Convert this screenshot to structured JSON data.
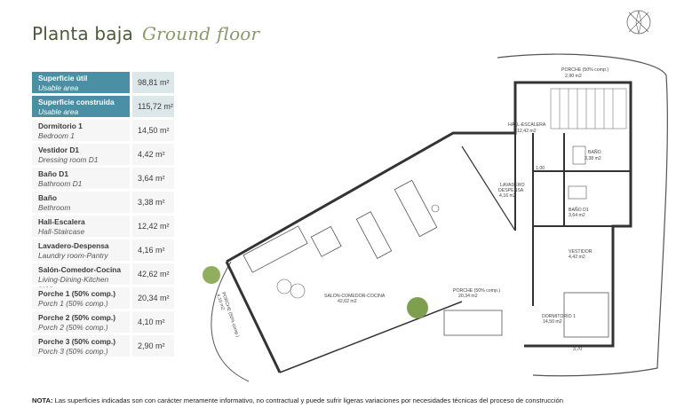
{
  "title": {
    "es": "Planta baja",
    "en": "Ground floor"
  },
  "areas": [
    {
      "name": "Superficie útil",
      "name_en": "Usable area",
      "value": "98,81 m²"
    },
    {
      "name": "Superficie construida",
      "name_en": "Usable area",
      "value": "115,72 m²"
    },
    {
      "name": "Dormitorio 1",
      "name_en": "Bedroom 1",
      "value": "14,50 m²"
    },
    {
      "name": "Vestidor D1",
      "name_en": "Dressing room D1",
      "value": "4,42 m²"
    },
    {
      "name": "Baño D1",
      "name_en": "Bathroom D1",
      "value": "3,64 m²"
    },
    {
      "name": "Baño",
      "name_en": "Bethroom",
      "value": "3,38 m²"
    },
    {
      "name": "Hall-Escalera",
      "name_en": "Hall-Staircase",
      "value": "12,42 m²"
    },
    {
      "name": "Lavadero-Despensa",
      "name_en": "Laundry room-Pantry",
      "value": "4,16 m²"
    },
    {
      "name": "Salón-Comedor-Cocina",
      "name_en": "Living-Dining-Kitchen area",
      "value": "42,62 m²"
    },
    {
      "name": "Porche 1 (50% comp.)",
      "name_en": "Porch 1 (50% comp.)",
      "value": "20,34 m²"
    },
    {
      "name": "Porche 2 (50% comp.)",
      "name_en": "Porch 2 (50% comp.)",
      "value": "4,10 m²"
    },
    {
      "name": "Porche 3 (50% comp.)",
      "name_en": "Porch 3 (50% comp.)",
      "value": "2,90 m²"
    }
  ],
  "plan_labels": {
    "porche3": "PORCHE (50% comp.)",
    "porche3_area": "2,90 m2",
    "hall": "HALL-ESCALERA",
    "hall_area": "12,42 m2",
    "bano": "BAÑO",
    "bano_area": "3,38 m2",
    "lavadero": "LAVADERO",
    "despensa": "DESPENSA",
    "lavadero_area": "4,16 m2",
    "bano_d1": "BAÑO D1",
    "bano_d1_area": "3,64 m2",
    "vestidor": "VESTIDOR",
    "vestidor_area": "4,42 m2",
    "salon": "SALON-COMEDOR-COCINA",
    "salon_area": "42,62 m2",
    "porche1": "PORCHE (50% comp.)",
    "porche1_area": "20,34 m2",
    "dormitorio": "DORMITORIO 1",
    "dormitorio_area": "14,50 m2",
    "porche2": "PORCHE (50% comp.)",
    "porche2_area": "4,10 m2",
    "dim1": "1,00",
    "dim2": "3,70"
  },
  "note": {
    "label": "NOTA:",
    "text": " Las superficies indicadas son con carácter meramente informativo, no contractual y puede sufrir ligeras variaciones por necesidades técnicas del proceso de construcción"
  }
}
